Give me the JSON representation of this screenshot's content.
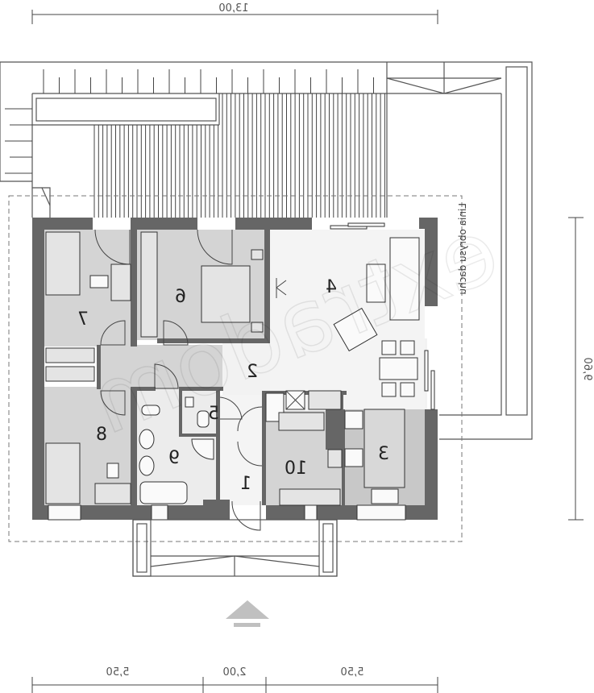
{
  "plan": {
    "mirrored": true,
    "rooms": [
      {
        "number": "1"
      },
      {
        "number": "2"
      },
      {
        "number": "3"
      },
      {
        "number": "4"
      },
      {
        "number": "5"
      },
      {
        "number": "6"
      },
      {
        "number": "7"
      },
      {
        "number": "8"
      },
      {
        "number": "9"
      },
      {
        "number": "10"
      }
    ],
    "dimensions": {
      "top_width": "13,00",
      "right_depth": "9,60",
      "bottom_left": "5,50",
      "bottom_middle": "2,00",
      "bottom_right": "5,50"
    },
    "roof_outline_label": "Linia obrysu dachu",
    "watermark": "extradom",
    "colors": {
      "wall": "#666666",
      "room_gray": "#d4d4d4",
      "room_light": "#f4f4f4",
      "kitchen": "#c8c8c8",
      "entry_arrow": "#c0c0c0"
    }
  }
}
